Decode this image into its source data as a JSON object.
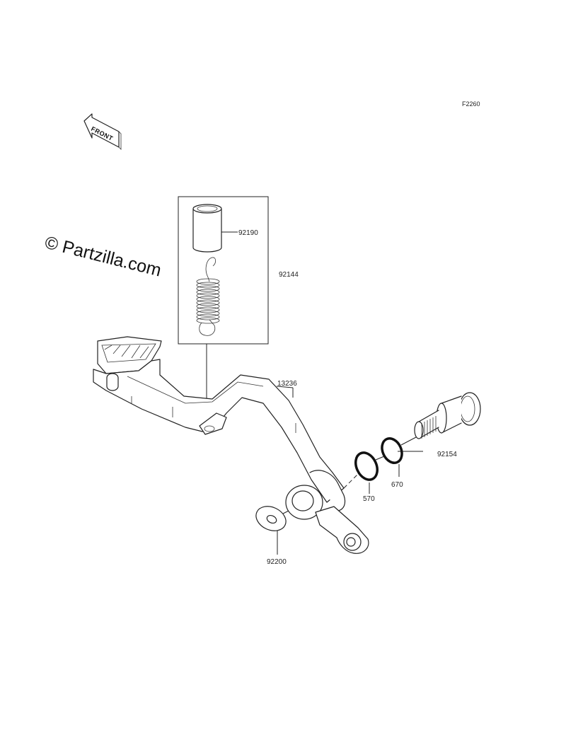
{
  "diagram": {
    "code": "F2260",
    "front_label": "FRONT",
    "watermark": "© Partzilla.com",
    "parts": [
      {
        "id": "92190",
        "label": "92190"
      },
      {
        "id": "92144",
        "label": "92144"
      },
      {
        "id": "13236",
        "label": "13236"
      },
      {
        "id": "92154",
        "label": "92154"
      },
      {
        "id": "570",
        "label": "570"
      },
      {
        "id": "670",
        "label": "670"
      },
      {
        "id": "92200",
        "label": "92200"
      }
    ]
  }
}
